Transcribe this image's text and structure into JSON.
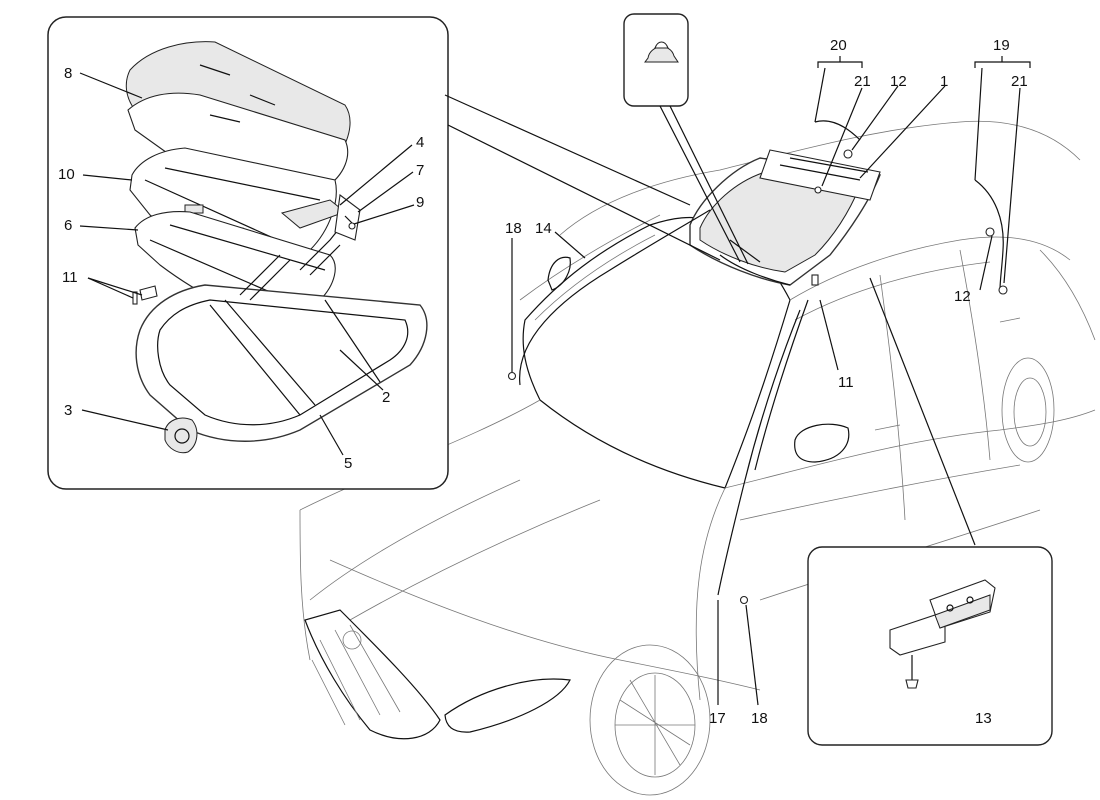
{
  "callouts": {
    "c1": "1",
    "c2": "2",
    "c3": "3",
    "c4": "4",
    "c5": "5",
    "c6": "6",
    "c7": "7",
    "c8": "8",
    "c9": "9",
    "c10": "10",
    "c11_inset": "11",
    "c11_car": "11",
    "c12_top": "12",
    "c12_side": "12",
    "c13": "13",
    "c14": "14",
    "c17": "17",
    "c18_left": "18",
    "c18_lower": "18",
    "c19": "19",
    "c20": "20",
    "c21_left": "21",
    "c21_right": "21"
  },
  "colors": {
    "line": "#111111",
    "light_line": "#777777",
    "panel_border": "#333333",
    "background": "#ffffff"
  }
}
